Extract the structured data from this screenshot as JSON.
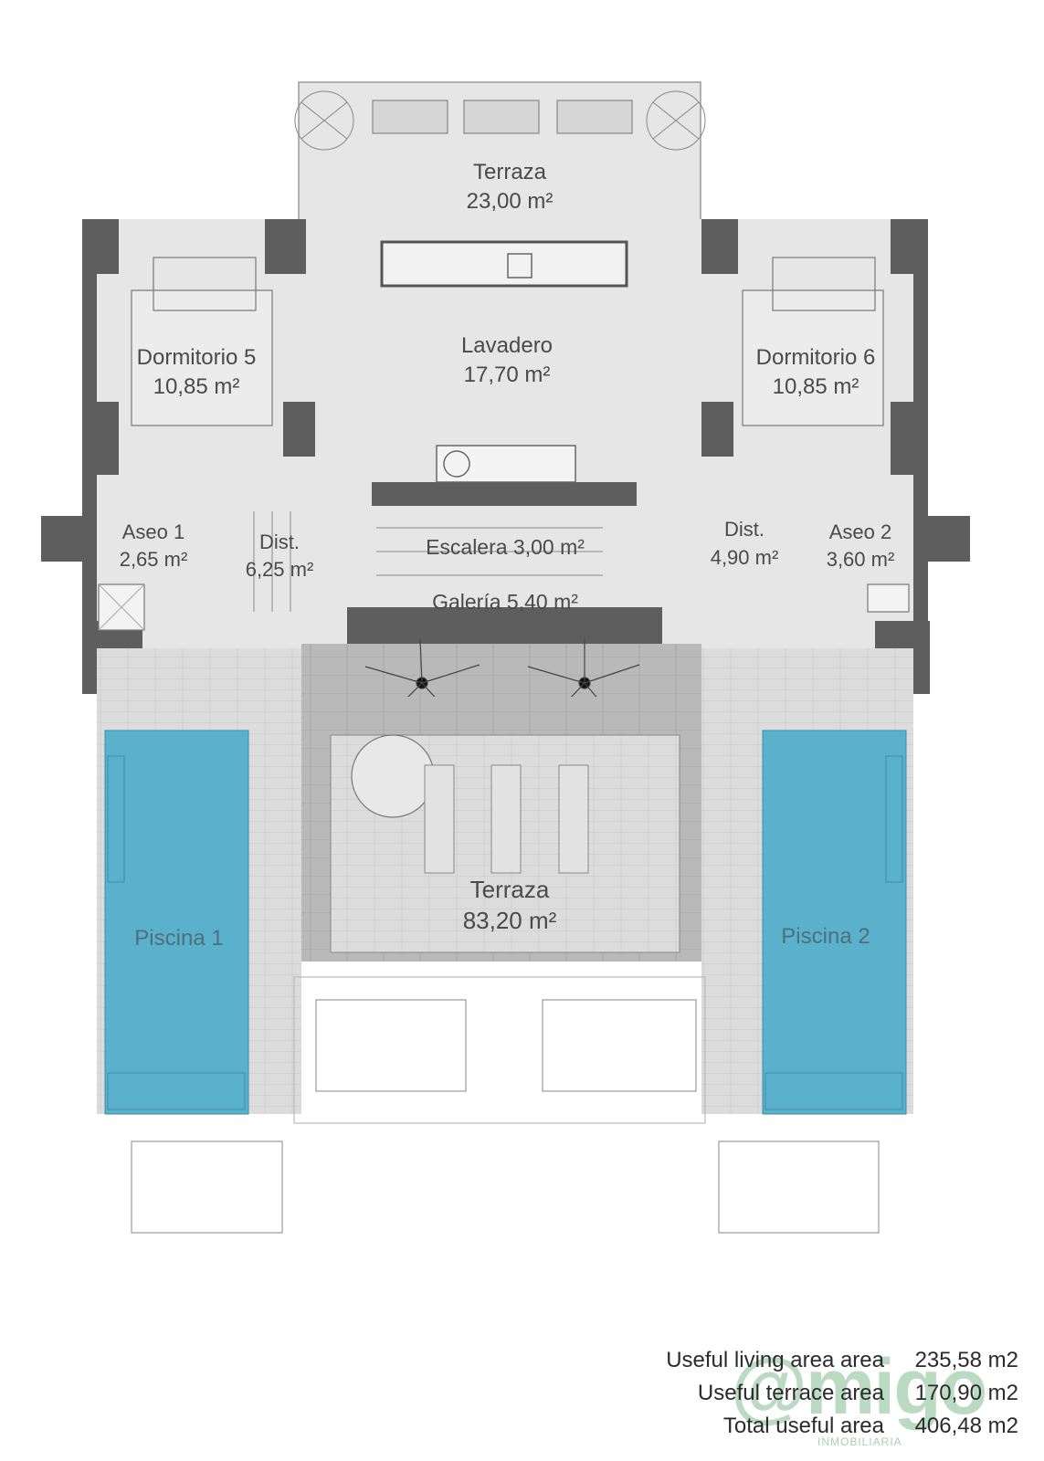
{
  "rooms": {
    "terraza_top": {
      "name": "Terraza",
      "area": "23,00 m²"
    },
    "lavadero": {
      "name": "Lavadero",
      "area": "17,70 m²"
    },
    "dormitorio5": {
      "name": "Dormitorio 5",
      "area": "10,85 m²"
    },
    "dormitorio6": {
      "name": "Dormitorio 6",
      "area": "10,85 m²"
    },
    "aseo1": {
      "name": "Aseo 1",
      "area": "2,65 m²"
    },
    "aseo2": {
      "name": "Aseo 2",
      "area": "3,60 m²"
    },
    "dist_left": {
      "name": "Dist.",
      "area": "6,25 m²"
    },
    "dist_right": {
      "name": "Dist.",
      "area": "4,90 m²"
    },
    "escalera": {
      "label": "Escalera 3,00 m²"
    },
    "galeria": {
      "label": "Galería 5,40 m²"
    },
    "terraza_main": {
      "name": "Terraza",
      "area": "83,20 m²"
    },
    "piscina1": {
      "name": "Piscina 1"
    },
    "piscina2": {
      "name": "Piscina 2"
    }
  },
  "summary": [
    {
      "label": "Useful living area area",
      "value": "235,58 m2"
    },
    {
      "label": "Useful terrace area",
      "value": "170,90 m2"
    },
    {
      "label": "Total useful area",
      "value": "406,48 m2"
    }
  ],
  "watermark": {
    "logo": "@migo",
    "tagline": "INMOBILIARIA"
  },
  "colors": {
    "floor": "#e6e6e6",
    "wall": "#5e5e5e",
    "pool": "#5ab1cc",
    "deck": "#d8d8d8",
    "paving": "#b8b8b8"
  }
}
